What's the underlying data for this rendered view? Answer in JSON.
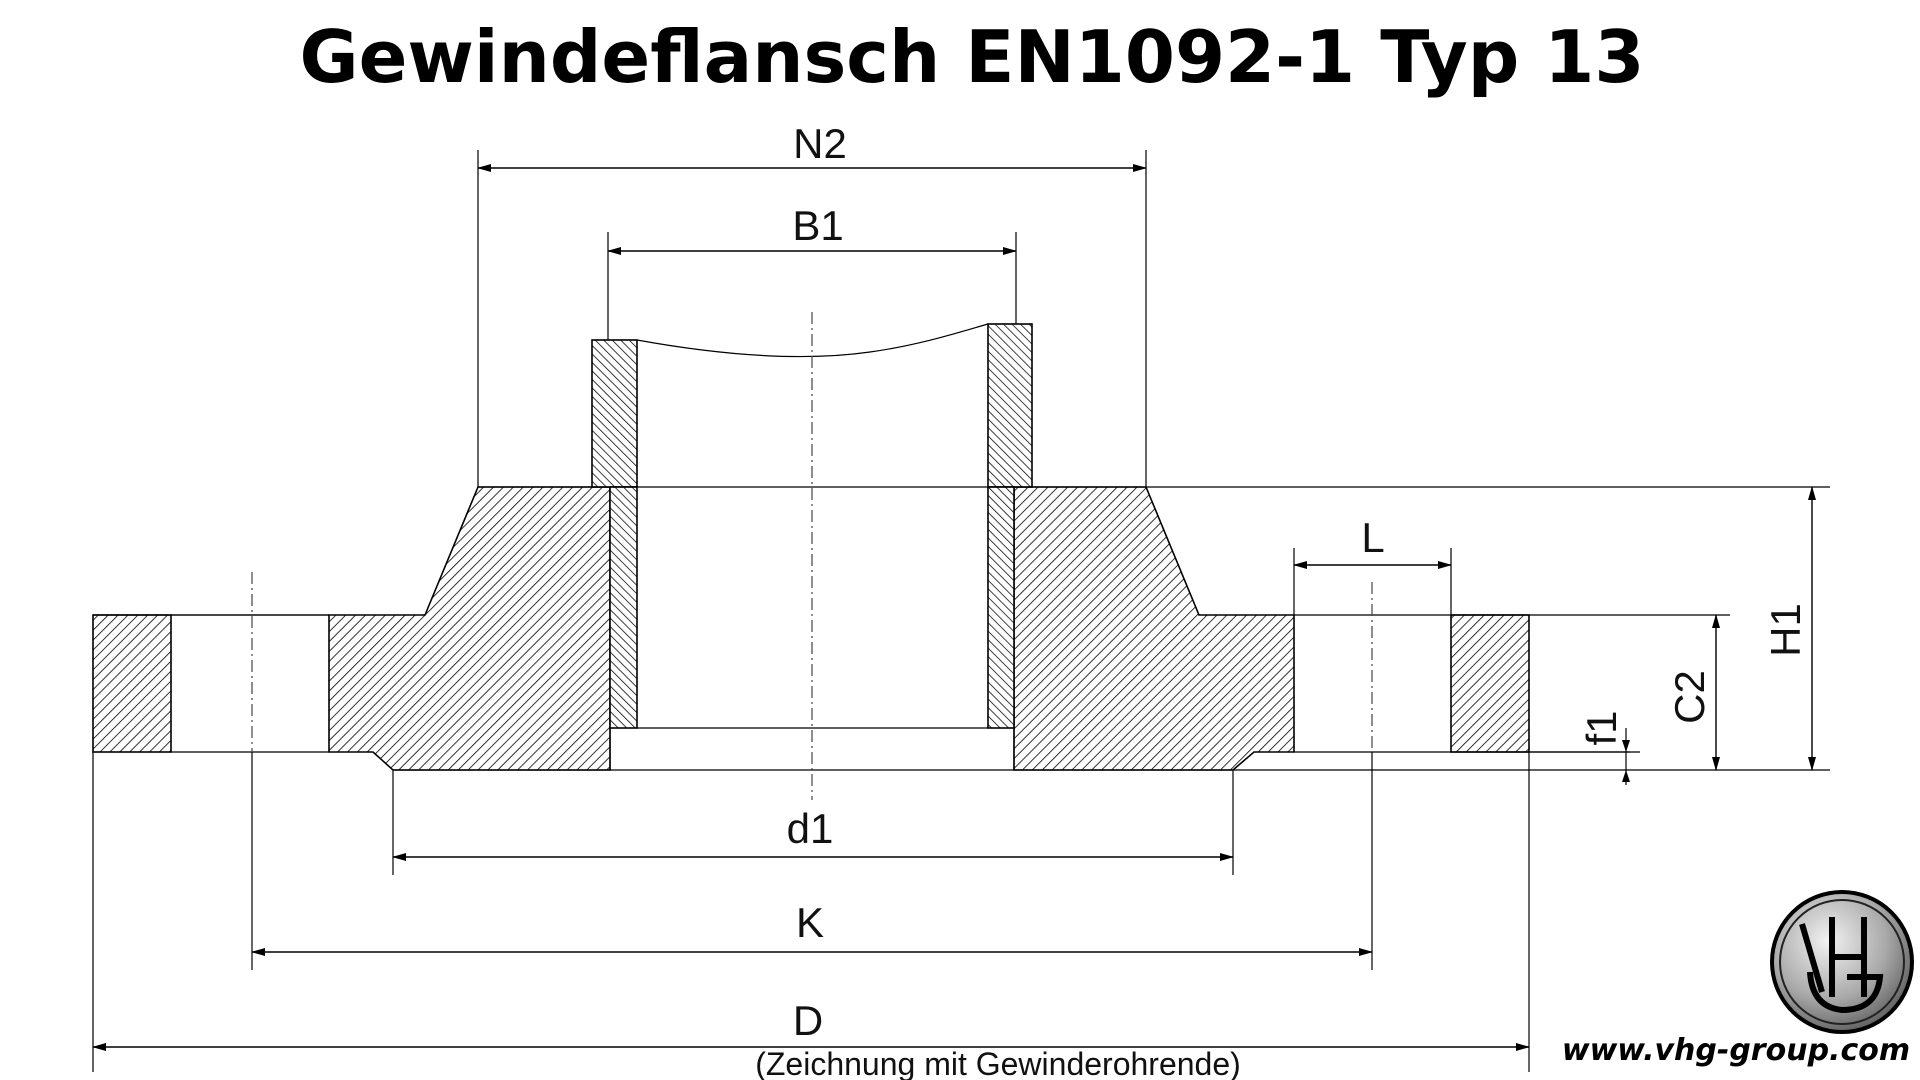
{
  "title": "Gewindeflansch EN1092-1 Typ 13",
  "labels": {
    "n2": "N2",
    "b1": "B1",
    "l": "L",
    "h1": "H1",
    "c2": "C2",
    "f1": "f1",
    "d1": "d1",
    "k": "K",
    "d": "D"
  },
  "caption": "(Zeichnung mit Gewinderohrende)",
  "website": "www.vhg-group.com",
  "logo_icon": "vhg-logo-icon"
}
